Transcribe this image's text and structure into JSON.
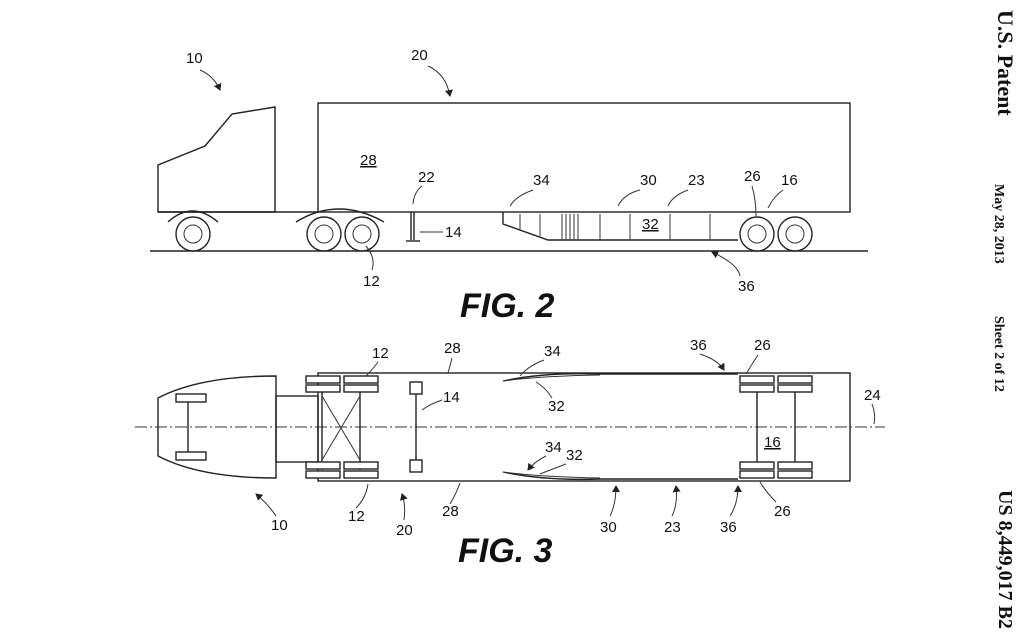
{
  "header": {
    "office": "U.S. Patent",
    "date": "May 28, 2013",
    "sheet": "Sheet 2 of 12",
    "patent_number": "US 8,449,017 B2"
  },
  "fig2": {
    "title": "FIG. 2",
    "refs": {
      "r10": "10",
      "r20": "20",
      "r28": "28",
      "r22": "22",
      "r14": "14",
      "r12": "12",
      "r34": "34",
      "r30": "30",
      "r23": "23",
      "r32": "32",
      "r26": "26",
      "r16": "16",
      "r36": "36"
    }
  },
  "fig3": {
    "title": "FIG. 3",
    "refs": {
      "r12a": "12",
      "r28a": "28",
      "r34a": "34",
      "r36a": "36",
      "r26a": "26",
      "r14": "14",
      "r32a": "32",
      "r24": "24",
      "r16": "16",
      "r34b": "34",
      "r32b": "32",
      "r12b": "12",
      "r28b": "28",
      "r26b": "26",
      "r10": "10",
      "r20": "20",
      "r30": "30",
      "r23": "23",
      "r36b": "36"
    }
  }
}
